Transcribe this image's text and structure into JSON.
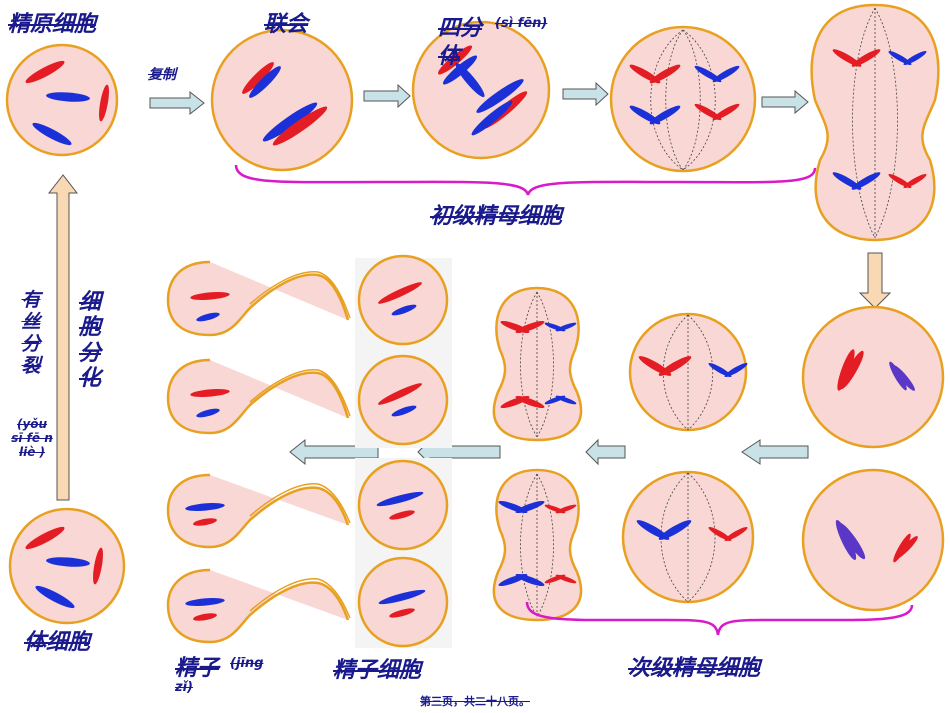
{
  "labels": {
    "spermatogonium": "精原细胞",
    "synapsis": "联会",
    "tetrad": "四分",
    "tetrad_pinyin": "(sì fēn)",
    "tetrad_tail": "体",
    "replication": "复制",
    "primary_spermatocyte": "初级精母细胞",
    "secondary_spermatocyte": "次级精母细胞",
    "spermatid": "精子细胞",
    "sperm": "精子",
    "sperm_pinyin": "(jīng",
    "sperm_pinyin_tail": "zǐ)",
    "somatic_cell": "体细胞",
    "mitosis_chars": [
      "有",
      "丝",
      "分",
      "裂"
    ],
    "mitosis_pinyin": "(yǒu sī fē n liè )",
    "differentiation_chars": [
      "细",
      "胞",
      "分",
      "化"
    ]
  },
  "footer": "第三页，共二十八页。",
  "colors": {
    "cell_fill": "#f9d7d4",
    "cell_border": "#e8a020",
    "chrom_red": "#e41c24",
    "chrom_blue": "#1c30d8",
    "chrom_purple": "#5b37c8",
    "label_text": "#1a1a8c",
    "brace": "#d81ac8",
    "arrow_fill": "#c9e2e8",
    "arrow_up_fill": "#f8d9b4"
  }
}
